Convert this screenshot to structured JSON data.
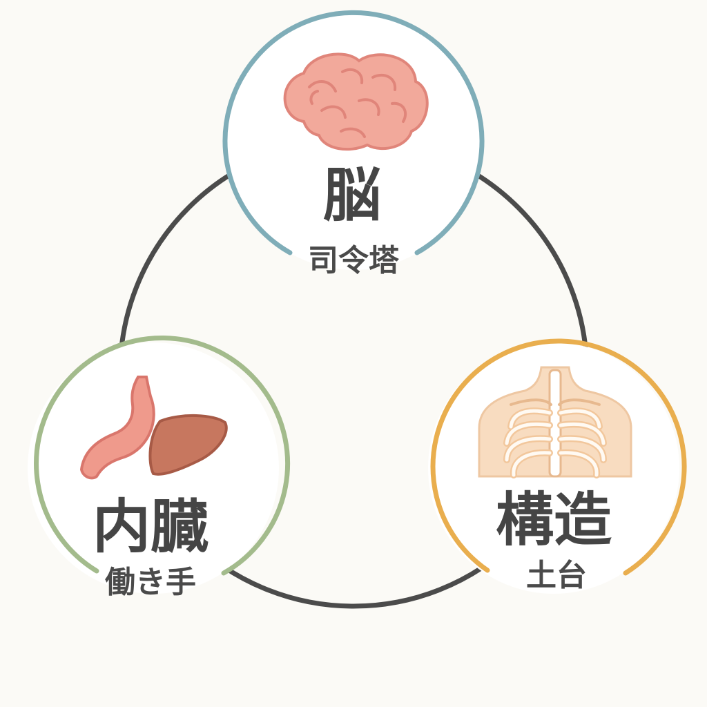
{
  "nodes": [
    {
      "id": "brain",
      "title": "脳",
      "subtitle": "司令塔",
      "ring_color": "#7fadb8",
      "icon": "brain-icon"
    },
    {
      "id": "organs",
      "title": "内臓",
      "subtitle": "働き手",
      "ring_color": "#a3bb8c",
      "icon": "stomach-liver-icon"
    },
    {
      "id": "structure",
      "title": "構造",
      "subtitle": "土台",
      "ring_color": "#e9ae4e",
      "icon": "ribcage-icon"
    }
  ],
  "colors": {
    "background": "#fbfaf6",
    "cycle_line": "#4b4b4b",
    "text": "#454545"
  }
}
